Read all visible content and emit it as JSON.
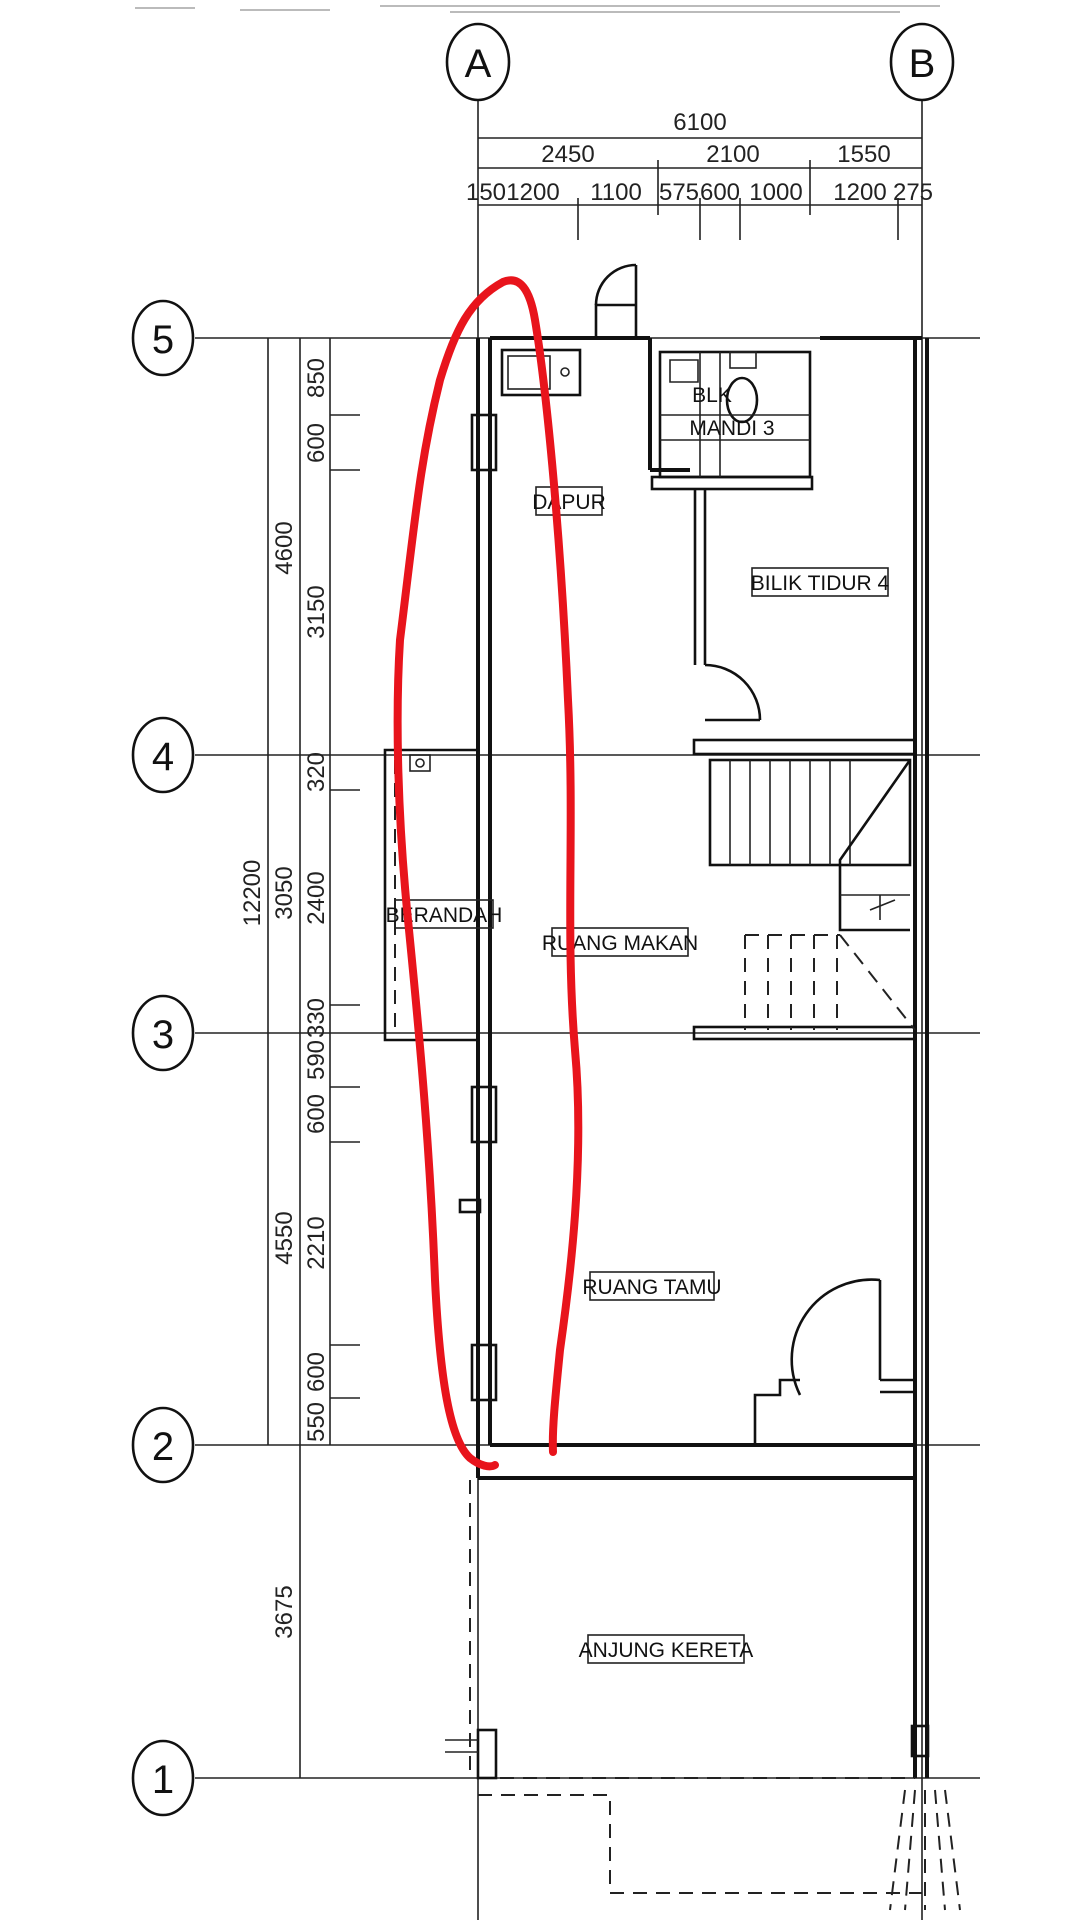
{
  "grid": {
    "columns": [
      "A",
      "B"
    ],
    "rows": [
      "5",
      "4",
      "3",
      "2",
      "1"
    ]
  },
  "dimensions": {
    "top_total": "6100",
    "top_row1": [
      "2450",
      "2100",
      "1550"
    ],
    "top_row2": [
      "150",
      "1200",
      "1100",
      "575",
      "600",
      "1000",
      "1200",
      "275"
    ],
    "left_total": "12200",
    "left_mid": [
      "4600",
      "3050",
      "4550",
      "3675"
    ],
    "left_inner": [
      "850",
      "600",
      "3150",
      "320",
      "2400",
      "330",
      "590",
      "600",
      "2210",
      "600",
      "550"
    ]
  },
  "rooms": {
    "dapur": "DAPUR",
    "blk_mandi_a": "BLK",
    "blk_mandi_b": "MANDI 3",
    "bilik_tidur": "BILIK TIDUR 4",
    "berandah": "BERANDAH",
    "ruang_makan": "RUANG MAKAN",
    "ruang_tamu": "RUANG TAMU",
    "anjung_kereta": "ANJUNG KERETA"
  },
  "colors": {
    "markup": "#e8141c",
    "lines": "#111111"
  }
}
